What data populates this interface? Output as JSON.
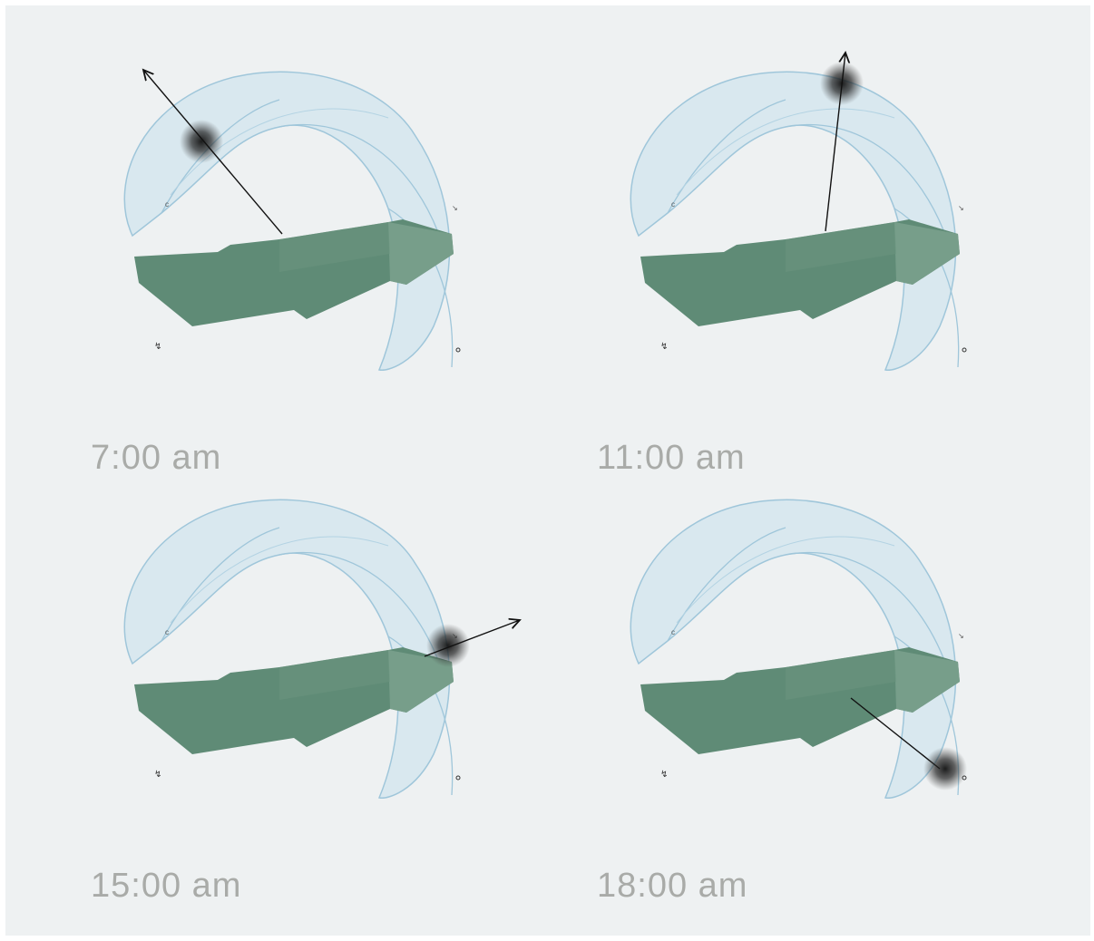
{
  "panels": [
    {
      "time_label": "7:00 am"
    },
    {
      "time_label": "11:00 am"
    },
    {
      "time_label": "15:00 am"
    },
    {
      "time_label": "18:00 am"
    }
  ],
  "colors": {
    "background": "#eef1f2",
    "dome_fill": "#c9e0ec",
    "dome_stroke": "#9fc6da",
    "building": "#5f8b76",
    "building_light": "#7aa08d",
    "text": "#a9aba8",
    "sun": "#111111"
  }
}
